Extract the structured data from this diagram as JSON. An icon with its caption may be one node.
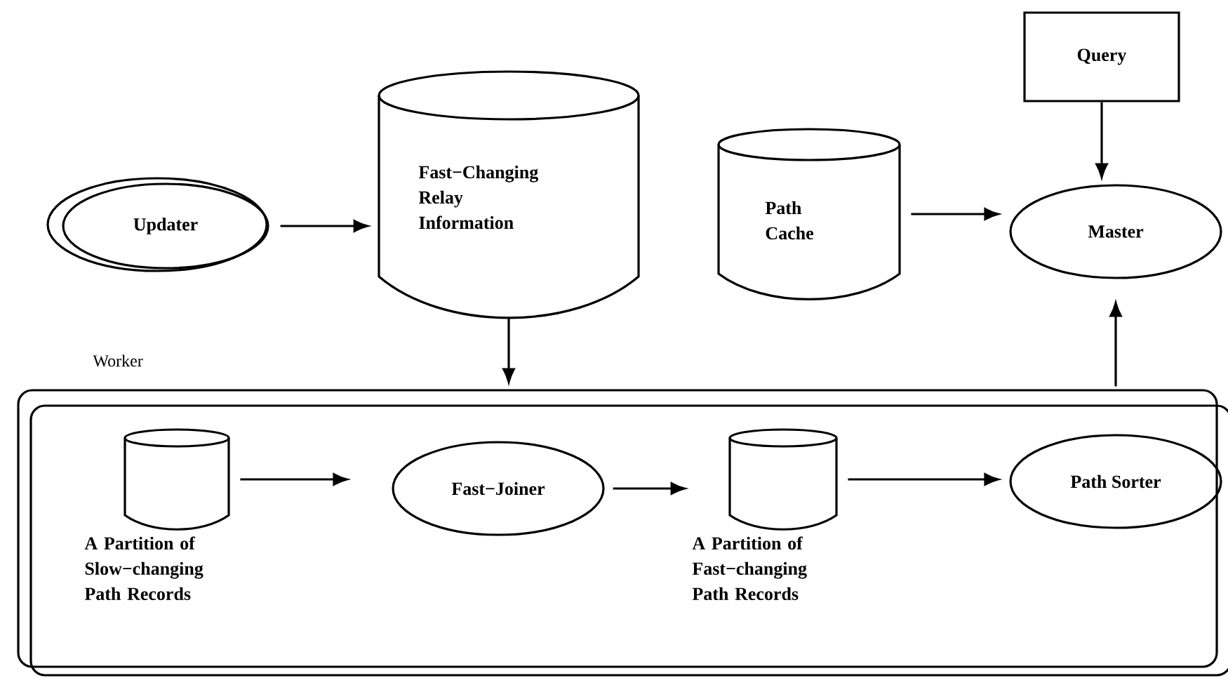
{
  "diagram": {
    "nodes": [
      {
        "text": [
          "Updater"
        ]
      },
      {
        "text": [
          "Fast−Changing Relay Information"
        ]
      },
      {
        "text": [
          "Path Cache"
        ]
      },
      {
        "text": [
          "Query"
        ]
      },
      {
        "text": [
          "Master"
        ]
      },
      {
        "text": [
          "Worker"
        ]
      },
      {
        "text": [
          "A Partition of Slow−changing Path Records"
        ],
        "in": 5
      },
      {
        "text": [
          "Fast−Joiner"
        ],
        "in": 5
      },
      {
        "text": [
          "A Partition of Fast−changing Path Records"
        ],
        "in": 5
      },
      {
        "text": [
          "Path Sorter"
        ],
        "in": 5
      }
    ],
    "edges": [
      {
        "from": 0,
        "to": 1,
        "arrow": "to"
      },
      {
        "from": 1,
        "to": 5,
        "arrow": "to"
      },
      {
        "from": 2,
        "to": 4,
        "arrow": "to"
      },
      {
        "from": 3,
        "to": 4,
        "arrow": "to"
      },
      {
        "from": 5,
        "to": 4,
        "arrow": "to"
      },
      {
        "from": 6,
        "to": 7,
        "arrow": "to"
      },
      {
        "from": 7,
        "to": 8,
        "arrow": "to"
      },
      {
        "from": 8,
        "to": 9,
        "arrow": "to"
      }
    ]
  }
}
